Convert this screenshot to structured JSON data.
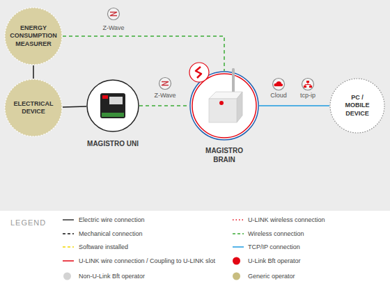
{
  "diagram": {
    "nodes": [
      {
        "text": [
          "ENERGY CONSUMPTION MEASURER"
        ]
      },
      {
        "text": [
          "ELECTRICAL DEVICE"
        ]
      },
      {
        "text": [
          "MAGISTRO UNI"
        ]
      },
      {
        "text": [
          "MAGISTRO BRAIN"
        ]
      },
      {
        "text": [
          "PC / MOBILE DEVICE"
        ]
      }
    ],
    "edges": [
      {
        "from": 0,
        "to": 1,
        "arrow": "none"
      },
      {
        "from": 1,
        "to": 2,
        "arrow": "none"
      },
      {
        "from": 0,
        "to": 3,
        "arrow": "none",
        "label": "Z-Wave"
      },
      {
        "from": 2,
        "to": 3,
        "arrow": "none",
        "label": "Z-Wave"
      },
      {
        "from": 3,
        "to": 4,
        "arrow": "none"
      }
    ],
    "labels": [
      "Cloud",
      "tcp-ip",
      "LEGEND"
    ],
    "legend": [
      {
        "text": "Electric wire connection"
      },
      {
        "text": "Mechanical connection"
      },
      {
        "text": "Software installed"
      },
      {
        "text": "U-LINK wire connection / Coupling to U-LINK slot"
      },
      {
        "text": "Non-U-Link Bft operator",
        "color": "#d3d3d3"
      },
      {
        "text": "U-LINK wireless connection"
      },
      {
        "text": "Wireless connection"
      },
      {
        "text": "TCP/IP connection"
      },
      {
        "text": "U-Link Bft operator",
        "color": "#e30613"
      },
      {
        "text": "Generic operator",
        "color": "#c8bd80"
      }
    ]
  }
}
